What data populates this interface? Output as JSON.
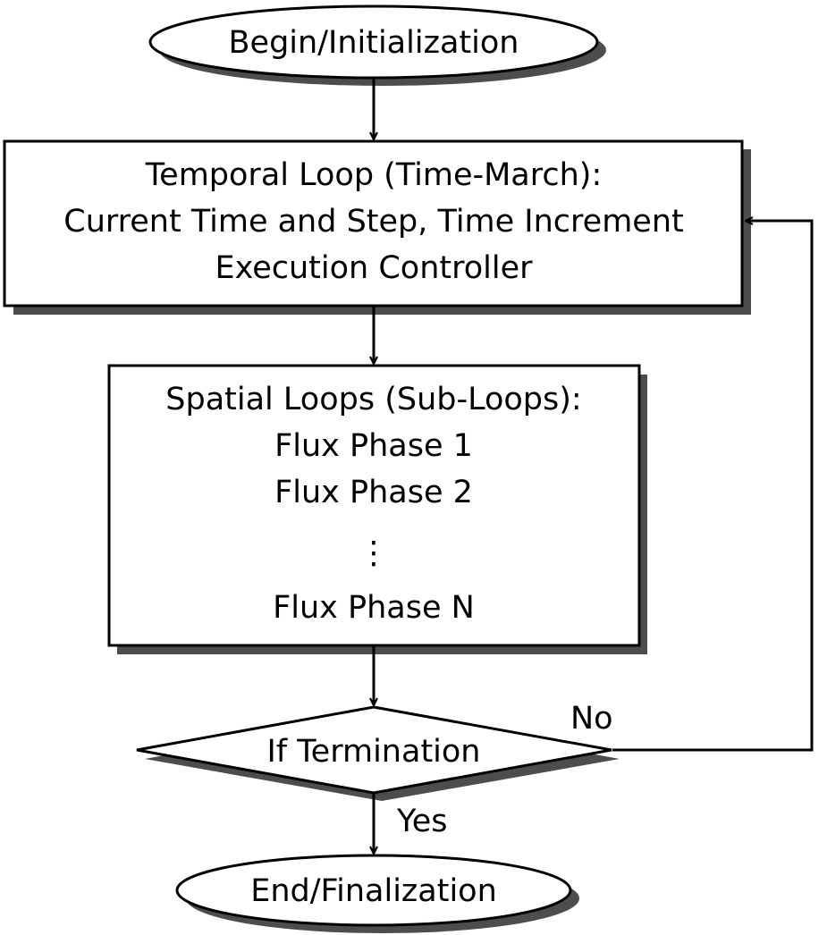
{
  "nodes": {
    "begin": {
      "label": "Begin/Initialization"
    },
    "temporal": {
      "lines": [
        "Temporal Loop (Time-March):",
        "Current Time and Step, Time Increment",
        "Execution Controller"
      ]
    },
    "spatial": {
      "lines": [
        "Spatial Loops (Sub-Loops):",
        "Flux Phase 1",
        "Flux Phase 2",
        "⋮",
        "Flux Phase N"
      ]
    },
    "decision": {
      "label": "If Termination"
    },
    "end": {
      "label": "End/Finalization"
    }
  },
  "edges": {
    "no_label": "No",
    "yes_label": "Yes"
  }
}
